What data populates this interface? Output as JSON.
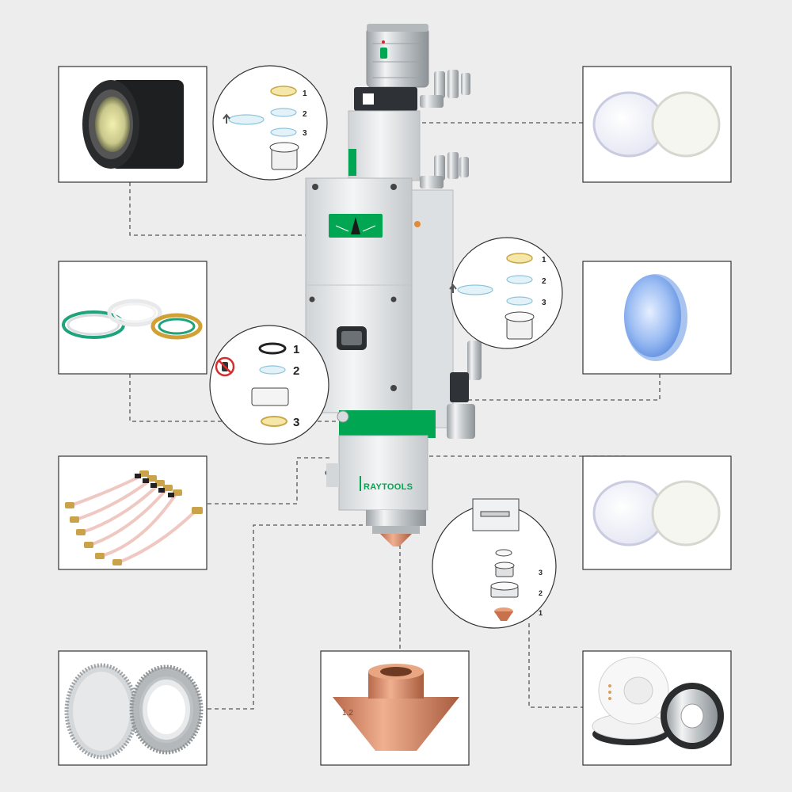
{
  "brand": {
    "name": "RayTools",
    "text": "RAYTOOLS",
    "accent_color": "#00a651"
  },
  "callouts": {
    "collimating_stack": {
      "numbers": [
        "1",
        "2",
        "3"
      ]
    },
    "focusing_stack": {
      "numbers": [
        "1",
        "2",
        "3"
      ]
    },
    "seal_stack": {
      "numbers": [
        "1",
        "2",
        "3"
      ],
      "icon": "no-touch-icon"
    },
    "nozzle_stack": {
      "numbers": [
        "3",
        "2",
        "1"
      ]
    }
  },
  "nozzle": {
    "engraving": "1.2"
  },
  "colors": {
    "background": "#ededed",
    "panel": "#ffffff",
    "head_body": "#e6e8ea",
    "accent_green": "#00a651",
    "copper": "#d98c6a",
    "lens_blue": "#8fb4ee"
  }
}
